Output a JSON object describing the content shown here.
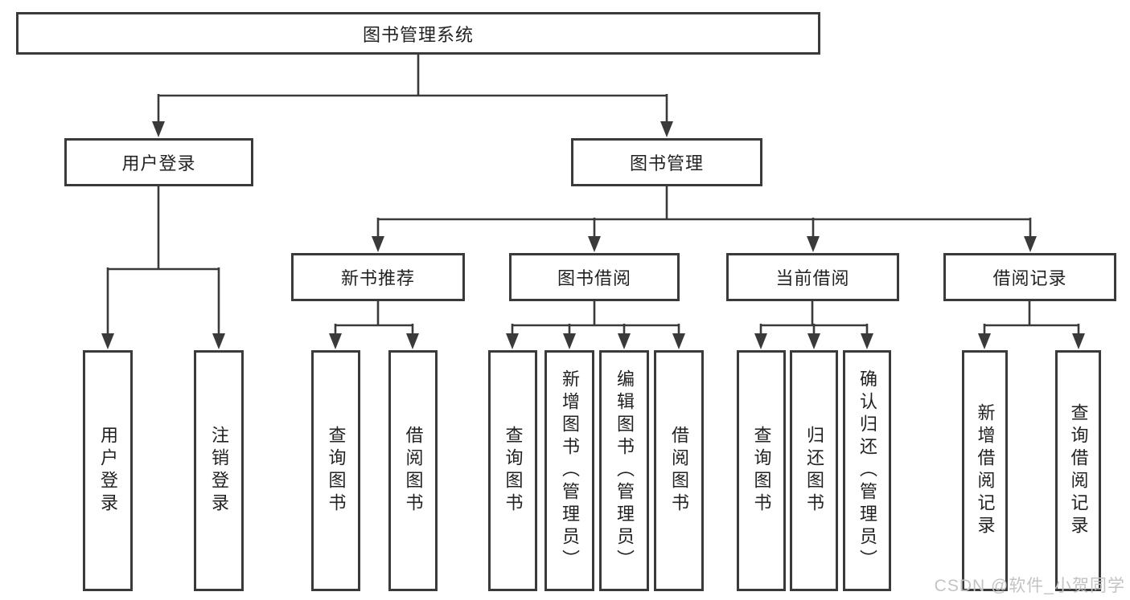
{
  "nodes": {
    "root": "图书管理系统",
    "user_login": "用户登录",
    "book_mgmt": "图书管理",
    "new_book_rec": "新书推荐",
    "book_borrow": "图书借阅",
    "current_borrow": "当前借阅",
    "borrow_records": "借阅记录",
    "leaf_user_login": "用户登录",
    "leaf_logout": "注销登录",
    "leaf_query_book_1": "查询图书",
    "leaf_borrow_book_1": "借阅图书",
    "leaf_query_book_2": "查询图书",
    "leaf_add_book": "新增图书（管理员）",
    "leaf_edit_book": "编辑图书（管理员）",
    "leaf_borrow_book_2": "借阅图书",
    "leaf_query_book_3": "查询图书",
    "leaf_return_book": "归还图书",
    "leaf_confirm_return": "确认归还（管理员）",
    "leaf_add_borrow_record": "新增借阅记录",
    "leaf_query_borrow_record": "查询借阅记录"
  },
  "hierarchy": {
    "图书管理系统": {
      "用户登录": [
        "用户登录",
        "注销登录"
      ],
      "图书管理": {
        "新书推荐": [
          "查询图书",
          "借阅图书"
        ],
        "图书借阅": [
          "查询图书",
          "新增图书（管理员）",
          "编辑图书（管理员）",
          "借阅图书"
        ],
        "当前借阅": [
          "查询图书",
          "归还图书",
          "确认归还（管理员）"
        ],
        "借阅记录": [
          "新增借阅记录",
          "查询借阅记录"
        ]
      }
    }
  },
  "watermark": "CSDN @软件_小贺同学",
  "colors": {
    "line": "#3a3a3a",
    "box_border": "#3a3a3a",
    "text": "#222222",
    "watermark": "#c3c3c3",
    "background": "#ffffff"
  }
}
